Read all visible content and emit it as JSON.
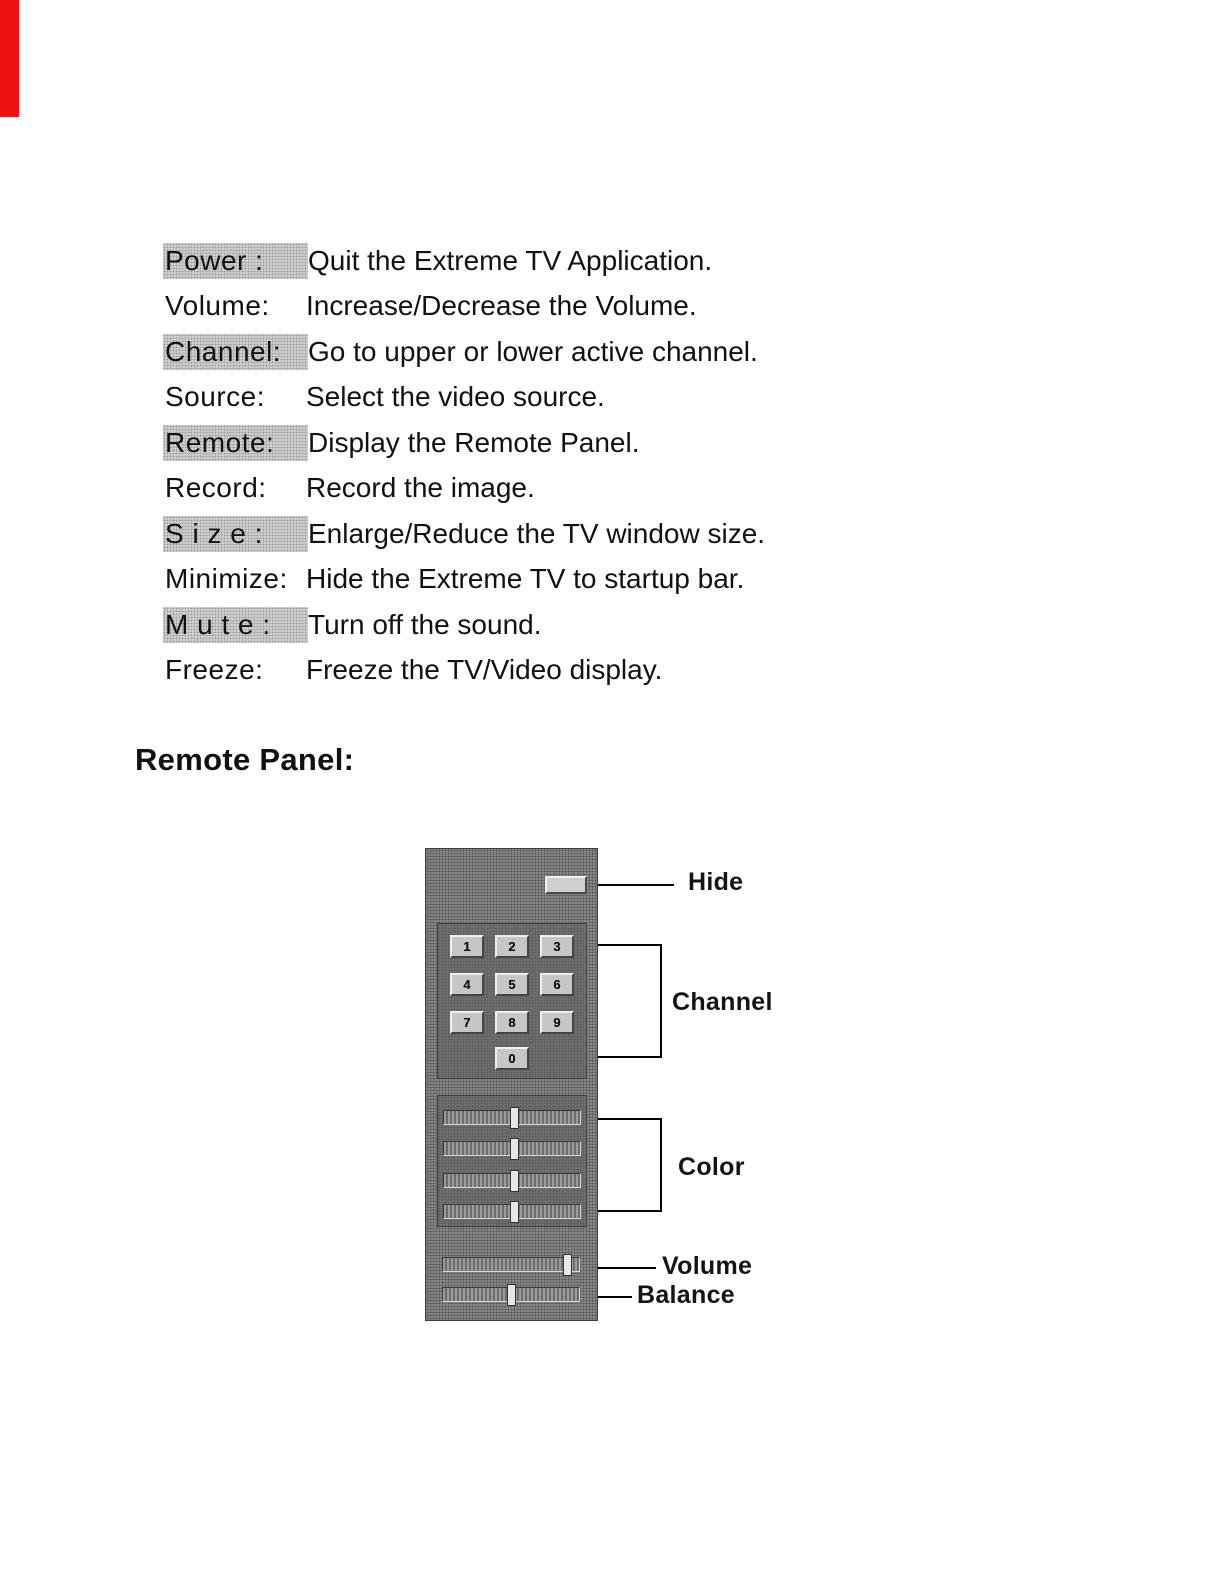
{
  "page": {
    "colors": {
      "accent_red": "#ee1111",
      "panel_gray": "#7d7d7d",
      "highlight_gray": "#d9d9d9"
    },
    "definitions": [
      {
        "term": "Power :",
        "desc": "Quit the Extreme TV Application."
      },
      {
        "term": "Volume:",
        "desc": "Increase/Decrease the Volume."
      },
      {
        "term": "Channel:",
        "desc": "Go to upper or lower active channel."
      },
      {
        "term": "Source:",
        "desc": "Select the video source."
      },
      {
        "term": "Remote:",
        "desc": "Display the Remote Panel."
      },
      {
        "term": "Record:",
        "desc": "Record the image."
      },
      {
        "term": "S i z e :",
        "desc": "Enlarge/Reduce the TV window size."
      },
      {
        "term": "Minimize:",
        "desc": "Hide the Extreme TV to startup bar."
      },
      {
        "term": "M u t e :",
        "desc": "Turn off the sound."
      },
      {
        "term": "Freeze:",
        "desc": "Freeze the TV/Video display."
      }
    ],
    "heading": "Remote Panel:",
    "remote": {
      "keypad": [
        "1",
        "2",
        "3",
        "4",
        "5",
        "6",
        "7",
        "8",
        "9",
        "0"
      ],
      "labels": {
        "hide": "Hide",
        "channel": "Channel",
        "color": "Color",
        "volume": "Volume",
        "balance": "Balance"
      }
    }
  }
}
